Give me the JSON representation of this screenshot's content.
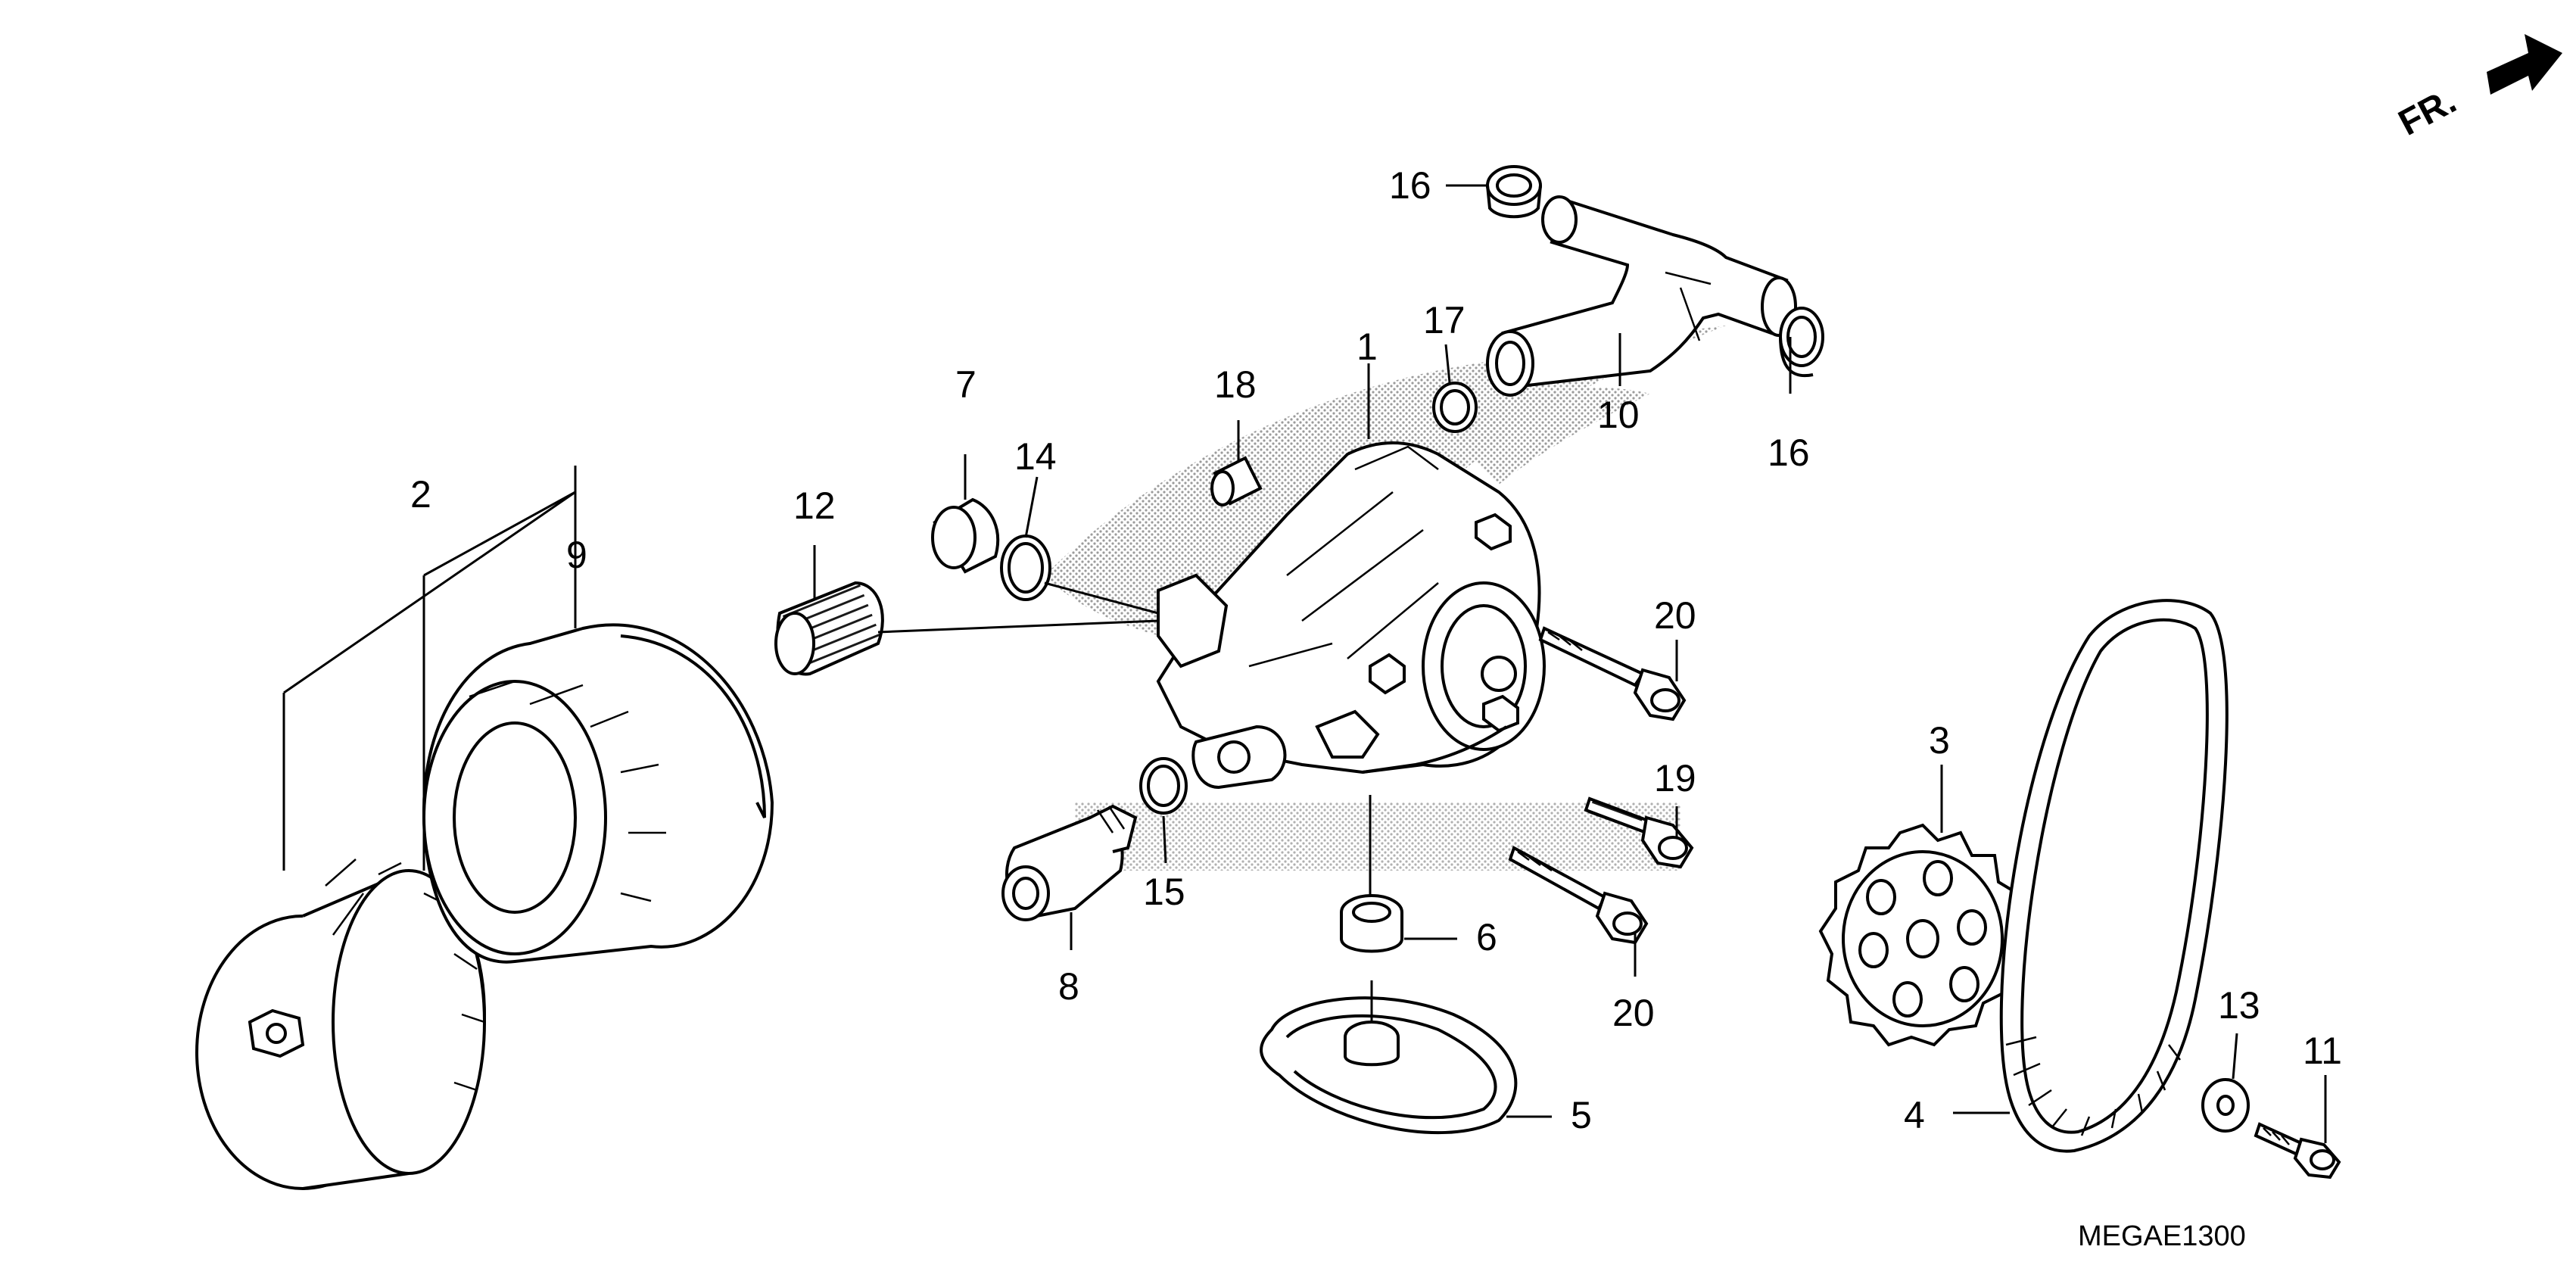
{
  "diagram_code": "MEGAE1300",
  "front_indicator": "FR.",
  "callouts": {
    "c1": "1",
    "c2": "2",
    "c3": "3",
    "c4": "4",
    "c5": "5",
    "c6": "6",
    "c7": "7",
    "c8": "8",
    "c9": "9",
    "c10": "10",
    "c11": "11",
    "c12": "12",
    "c13": "13",
    "c14": "14",
    "c15": "15",
    "c16a": "16",
    "c16b": "16",
    "c17": "17",
    "c18": "18",
    "c19": "19",
    "c20a": "20",
    "c20b": "20"
  },
  "colors": {
    "line": "#000000",
    "background": "#ffffff",
    "stipple": "#9a9a9a"
  }
}
